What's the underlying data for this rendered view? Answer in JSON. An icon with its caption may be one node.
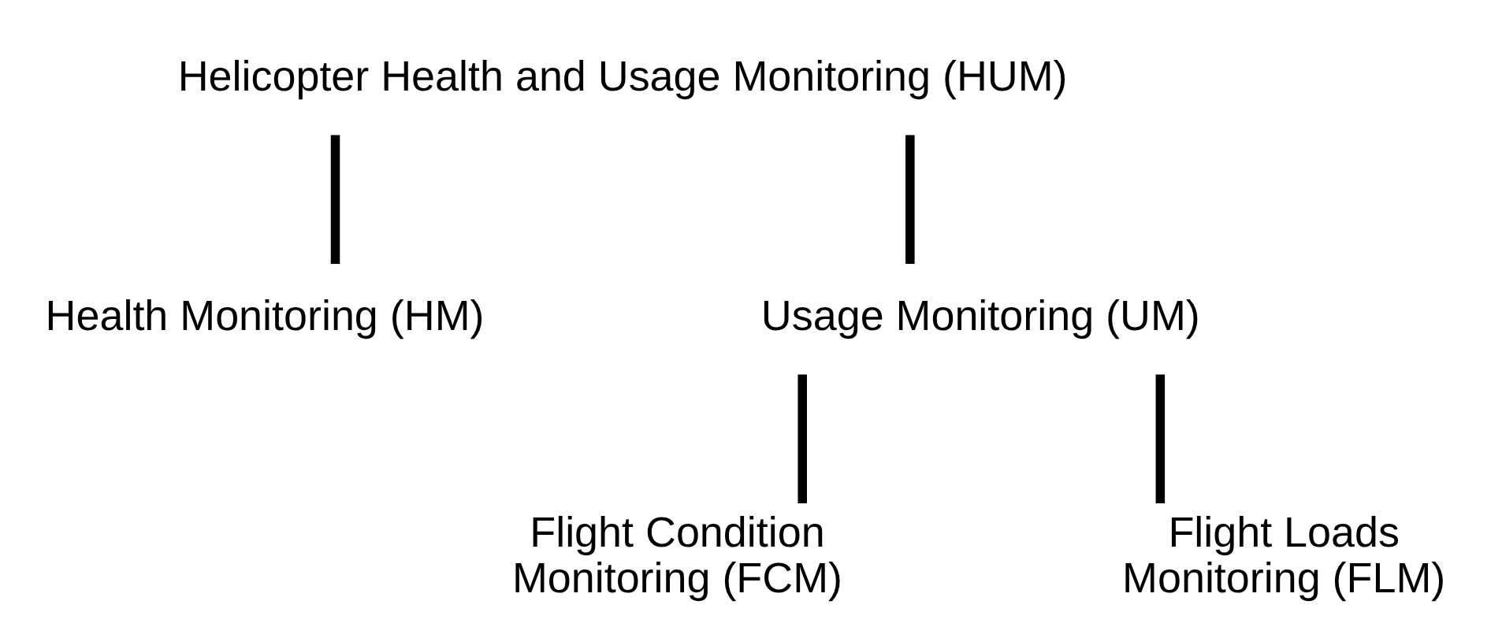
{
  "diagram": {
    "nodes": [
      {
        "text": [
          "Helicopter Health and Usage Monitoring (HUM)"
        ]
      },
      {
        "text": [
          "Health Monitoring (HM)"
        ]
      },
      {
        "text": [
          "Usage Monitoring (UM)"
        ]
      },
      {
        "text": [
          "Flight Condition Monitoring (FCM)"
        ]
      },
      {
        "text": [
          "Flight Loads Monitoring (FLM)"
        ]
      }
    ],
    "edges": [
      {
        "from": 0,
        "to": 1,
        "arrow": "none"
      },
      {
        "from": 0,
        "to": 2,
        "arrow": "none"
      },
      {
        "from": 2,
        "to": 3,
        "arrow": "none"
      },
      {
        "from": 2,
        "to": 4,
        "arrow": "none"
      }
    ]
  }
}
